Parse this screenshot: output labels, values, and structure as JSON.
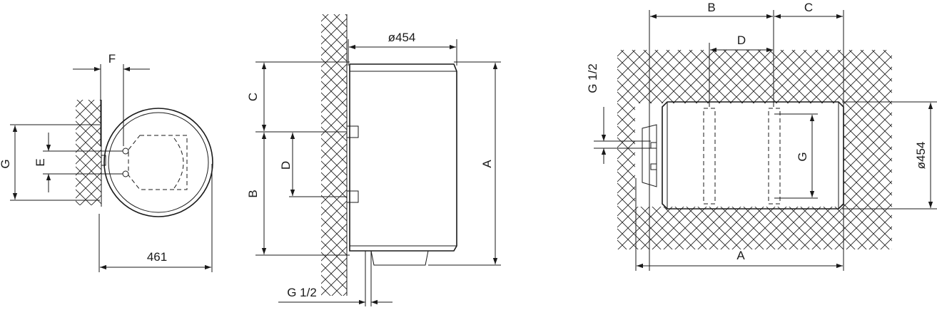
{
  "labels": {
    "d461": "461",
    "d454": "ø454",
    "dF": "F",
    "dG": "G",
    "dE": "E",
    "dA": "A",
    "dB": "B",
    "dC": "C",
    "dD": "D",
    "dG12": "G 1/2"
  },
  "colors": {
    "line": "#1a1a1a",
    "background": "#ffffff"
  }
}
